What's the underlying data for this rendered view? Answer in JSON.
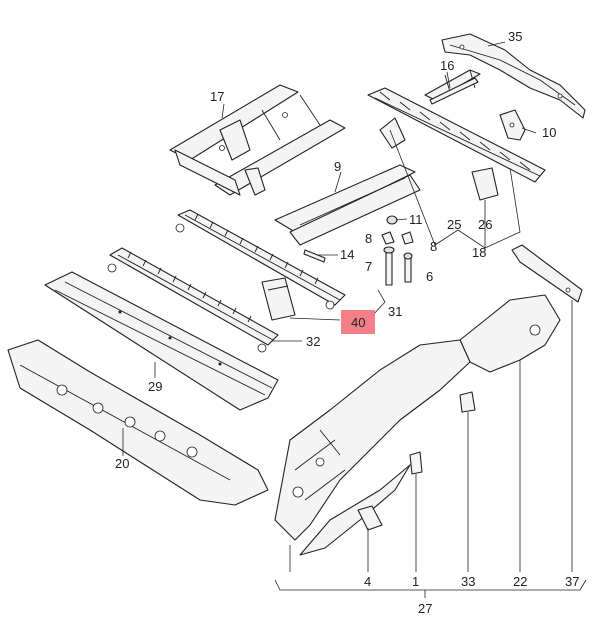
{
  "labels": {
    "p35": "35",
    "p16": "16",
    "p17": "17",
    "p10": "10",
    "p9": "9",
    "p11": "11",
    "p8a": "8",
    "p8b": "8",
    "p14": "14",
    "p7": "7",
    "p6": "6",
    "p25": "25",
    "p26": "26",
    "p18": "18",
    "p31": "31",
    "p40": "40",
    "p32": "32",
    "p29": "29",
    "p20": "20",
    "p4": "4",
    "p1": "1",
    "p33": "33",
    "p22": "22",
    "p37": "37",
    "p27": "27"
  },
  "highlight": {
    "color": "#f47f87",
    "part": "40"
  }
}
